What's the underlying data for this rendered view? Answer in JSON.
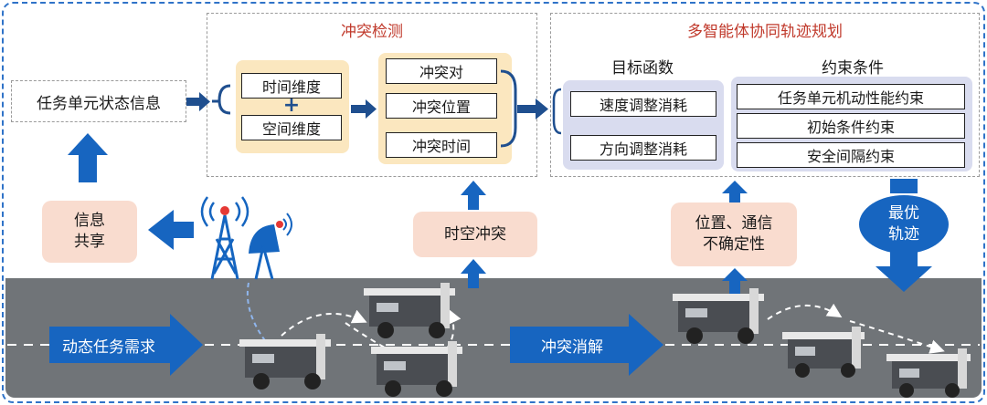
{
  "left": {
    "status_info": "任务单元状态信息",
    "info_share": [
      "信息",
      "共享"
    ]
  },
  "conflict_detection": {
    "title": "冲突检测",
    "dims": [
      "时间维度",
      "空间维度"
    ],
    "plus": "+",
    "outputs": [
      "冲突对",
      "冲突位置",
      "冲突时间"
    ]
  },
  "planning": {
    "title": "多智能体协同轨迹规划",
    "objective_title": "目标函数",
    "objectives": [
      "速度调整消耗",
      "方向调整消耗"
    ],
    "constraint_title": "约束条件",
    "constraints": [
      "任务单元机动性能约束",
      "初始条件约束",
      "安全间隔约束"
    ]
  },
  "middle": {
    "spatiotemporal_conflict": "时空冲突",
    "uncertainty": [
      "位置、通信",
      "不确定性"
    ]
  },
  "optimal": [
    "最优",
    "轨迹"
  ],
  "road": {
    "demand": "动态任务需求",
    "resolve": "冲突消解"
  },
  "colors": {
    "accent": "#1765c0",
    "title_red": "#c0392b",
    "yellow": "#fbe7bf",
    "lavender": "#d9dcef",
    "peach": "#f9dccf",
    "road": "#707478"
  }
}
